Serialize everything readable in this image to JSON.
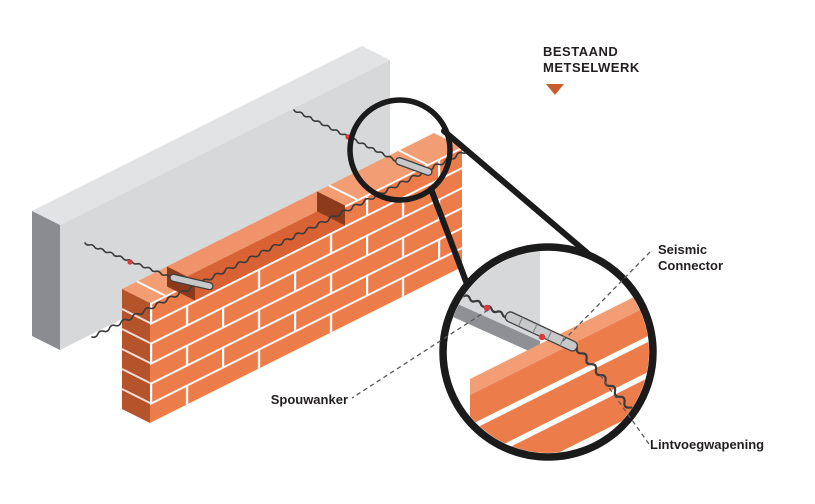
{
  "legend": {
    "line1": "BESTAAND",
    "line2": "METSELWERK"
  },
  "callouts": {
    "seismic_connector": {
      "line1": "Seismic",
      "line2": "Connector"
    },
    "spouwanker": "Spouwanker",
    "lintvoegwapening": "Lintvoegwapening"
  },
  "colors": {
    "page_bg": "#FFFFFF",
    "brick_face": "#ED7C4B",
    "brick_top": "#F29D74",
    "brick_end": "#B5532B",
    "brick_notch_back": "#F0936A",
    "brick_notch_floor": "#D96234",
    "brick_notch_cut": "#8C3A1C",
    "mortar": "#FFFFFF",
    "concrete_face": "#D6D8DA",
    "concrete_top": "#E2E3E4",
    "concrete_end": "#8A8C8F",
    "concrete_shadow": "#8E9093",
    "steel": "#C6C8CA",
    "steel_outline": "#3F3F3F",
    "wire": "#3B3B3B",
    "marker_red": "#D93A3C",
    "accent_orange": "#C65D2E",
    "outline_black": "#1B1B1B",
    "leader": "#58595B",
    "text": "#231F20"
  }
}
